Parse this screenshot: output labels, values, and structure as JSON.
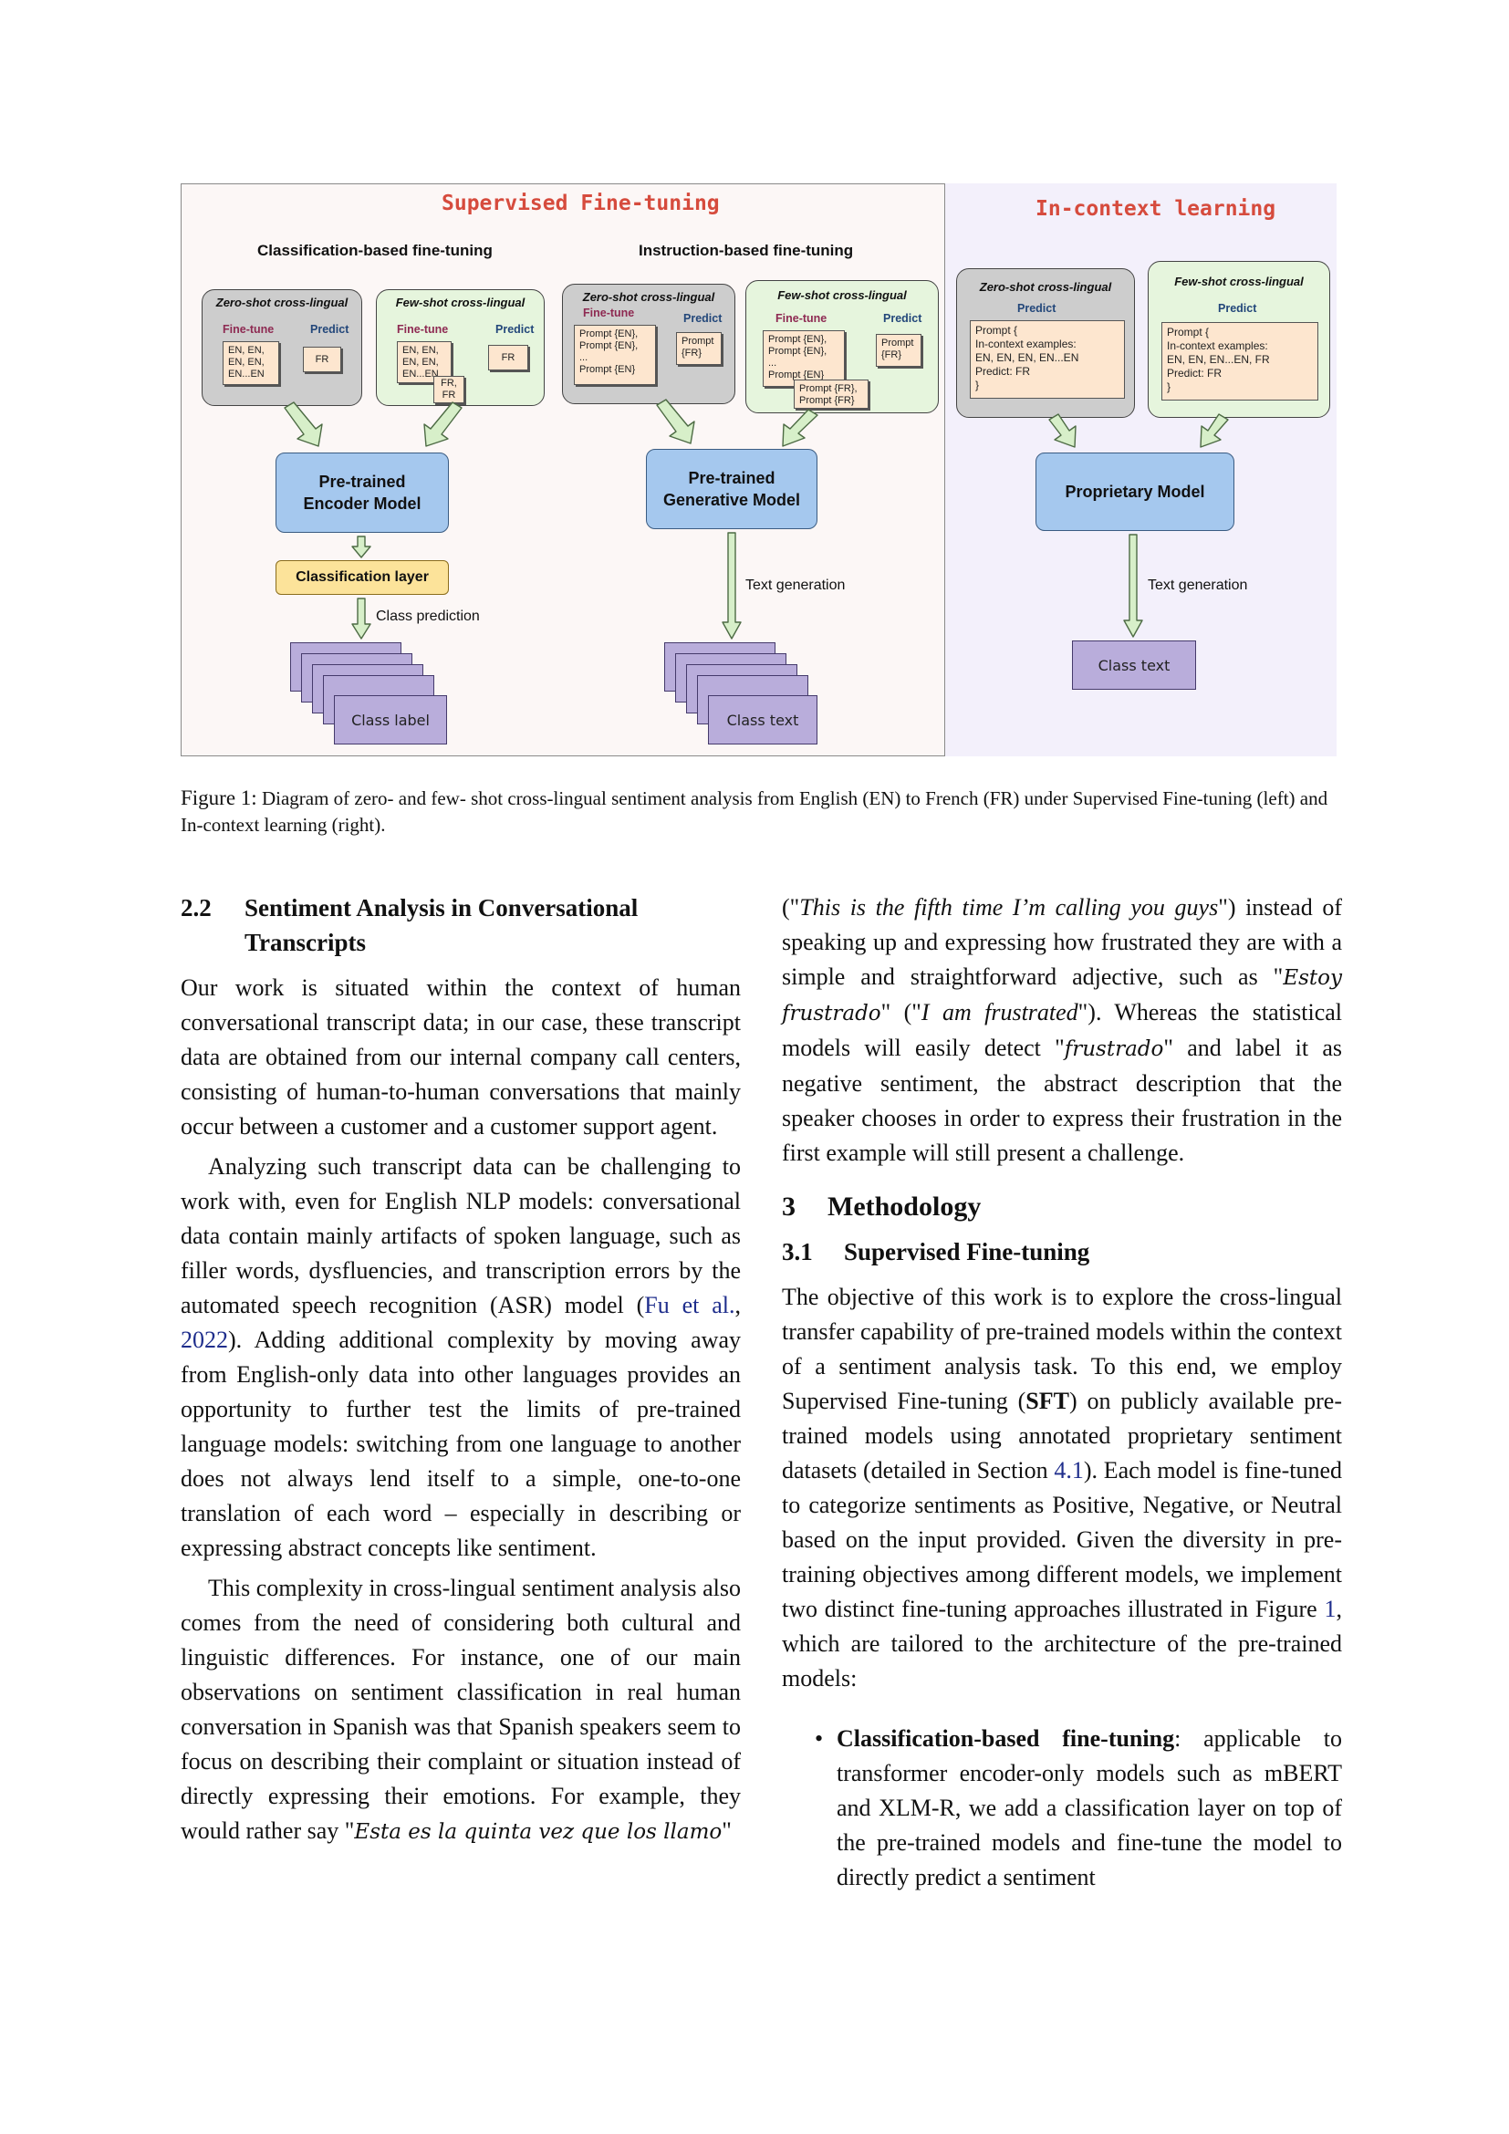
{
  "figure": {
    "left_title": "Supervised Fine-tuning",
    "right_title": "In-context learning",
    "sub_classification": "Classification-based fine-tuning",
    "sub_instruction": "Instruction-based fine-tuning",
    "panels": {
      "zs_class": {
        "title": "Zero-shot cross-lingual",
        "finetune_label": "Fine-tune",
        "predict_label": "Predict",
        "train_note": "EN, EN,\nEN, EN,\nEN...EN",
        "predict_note": "FR"
      },
      "fs_class": {
        "title": "Few-shot cross-lingual",
        "finetune_label": "Fine-tune",
        "predict_label": "Predict",
        "train_note": "EN, EN,\nEN, EN,\nEN...EN",
        "extra_note": "FR,\nFR",
        "predict_note": "FR"
      },
      "zs_instr": {
        "title": "Zero-shot cross-lingual",
        "finetune_label": "Fine-tune",
        "predict_label": "Predict",
        "train_note": "Prompt {EN},\nPrompt {EN},\n...\nPrompt {EN}",
        "predict_note": "Prompt\n{FR}"
      },
      "fs_instr": {
        "title": "Few-shot cross-lingual",
        "finetune_label": "Fine-tune",
        "predict_label": "Predict",
        "train_note": "Prompt {EN},\nPrompt {EN},\n...\nPrompt {EN}",
        "extra_note": "Prompt {FR},\nPrompt {FR}",
        "predict_note": "Prompt\n{FR}"
      },
      "zs_icl": {
        "title": "Zero-shot cross-lingual",
        "predict_label": "Predict",
        "note": "Prompt {\nIn-context examples:\nEN, EN, EN, EN...EN\nPredict: FR\n}"
      },
      "fs_icl": {
        "title": "Few-shot cross-lingual",
        "predict_label": "Predict",
        "note": "Prompt {\nIn-context examples:\nEN, EN, EN...EN, FR\nPredict: FR\n}"
      }
    },
    "encoder_model": "Pre-trained\nEncoder Model",
    "generative_model": "Pre-trained\nGenerative Model",
    "proprietary_model": "Proprietary Model",
    "classification_layer": "Classification layer",
    "class_prediction": "Class prediction",
    "text_generation_1": "Text generation",
    "text_generation_2": "Text generation",
    "class_label": "Class label",
    "class_text_1": "Class text",
    "class_text_2": "Class text"
  },
  "caption": {
    "label": "Figure 1:",
    "text": "Diagram of zero- and few- shot cross-lingual sentiment analysis from English (EN) to French (FR) under Supervised Fine-tuning (left) and In-context learning (right)."
  },
  "left": {
    "section_num": "2.2",
    "section_title": "Sentiment Analysis in Conversational Transcripts",
    "p1": "Our work is situated within the context of human conversational transcript data; in our case, these transcript data are obtained from our internal company call centers, consisting of human-to-human conversations that mainly occur between a customer and a customer support agent.",
    "p2_a": "Analyzing such transcript data can be challenging to work with, even for English NLP models: conversational data contain mainly artifacts of spoken language, such as filler words, dysfluencies, and transcription errors by the automated speech recognition (ASR) model (",
    "p2_cite_name": "Fu et al.",
    "p2_cite_sep": ", ",
    "p2_cite_year": "2022",
    "p2_b": "). Adding additional complexity by moving away from English-only data into other languages provides an opportunity to further test the limits of pre-trained language models: switching from one language to another does not always lend itself to a simple, one-to-one translation of each word – especially in describing or expressing abstract concepts like sentiment.",
    "p3_a": "This complexity in cross-lingual sentiment analysis also comes from the need of considering both cultural and linguistic differences. For instance, one of our main observations on sentiment classification in real human conversation in Spanish was that Spanish speakers seem to focus on describing their complaint or situation instead of directly expressing their emotions. For example, they would rather say \"",
    "p3_math": "Esta es la quinta vez que los llamo",
    "p3_b": "\""
  },
  "right": {
    "p1_a": "(\"",
    "p1_it1": "This is the fifth time I’m calling you guys",
    "p1_b": "\") instead of speaking up and expressing how frustrated they are with a simple and straightforward adjective, such as \"",
    "p1_math1": "Estoy frustrado",
    "p1_c": "\" (\"",
    "p1_it2": "I am frustrated",
    "p1_d": "\"). Whereas the statistical models will easily detect \"",
    "p1_math2": "frustrado",
    "p1_e": "\" and label it as negative sentiment, the abstract description that the speaker chooses in order to express their frustration in the first example will still present a challenge.",
    "h_num": "3",
    "h_title": "Methodology",
    "h31_num": "3.1",
    "h31_title": "Supervised Fine-tuning",
    "p2_a": "The objective of this work is to explore the cross-lingual transfer capability of pre-trained models within the context of a sentiment analysis task. To this end, we employ Supervised Fine-tuning (",
    "p2_sft": "SFT",
    "p2_b": ") on publicly available pre-trained models using annotated proprietary sentiment datasets (detailed in Section ",
    "p2_ref1": "4.1",
    "p2_c": "). Each model is fine-tuned to categorize sentiments as Positive, Negative, or Neutral based on the input provided. Given the diversity in pre-training objectives among different models, we implement two distinct fine-tuning approaches illustrated in Figure ",
    "p2_ref2": "1",
    "p2_d": ", which are tailored to the architecture of the pre-trained models:",
    "bullet1_bold": "Classification-based fine-tuning",
    "bullet1_text": ": applicable to transformer encoder-only models such as mBERT and XLM-R, we add a classification layer on top of the pre-trained models and fine-tune the model to directly predict a sentiment"
  }
}
